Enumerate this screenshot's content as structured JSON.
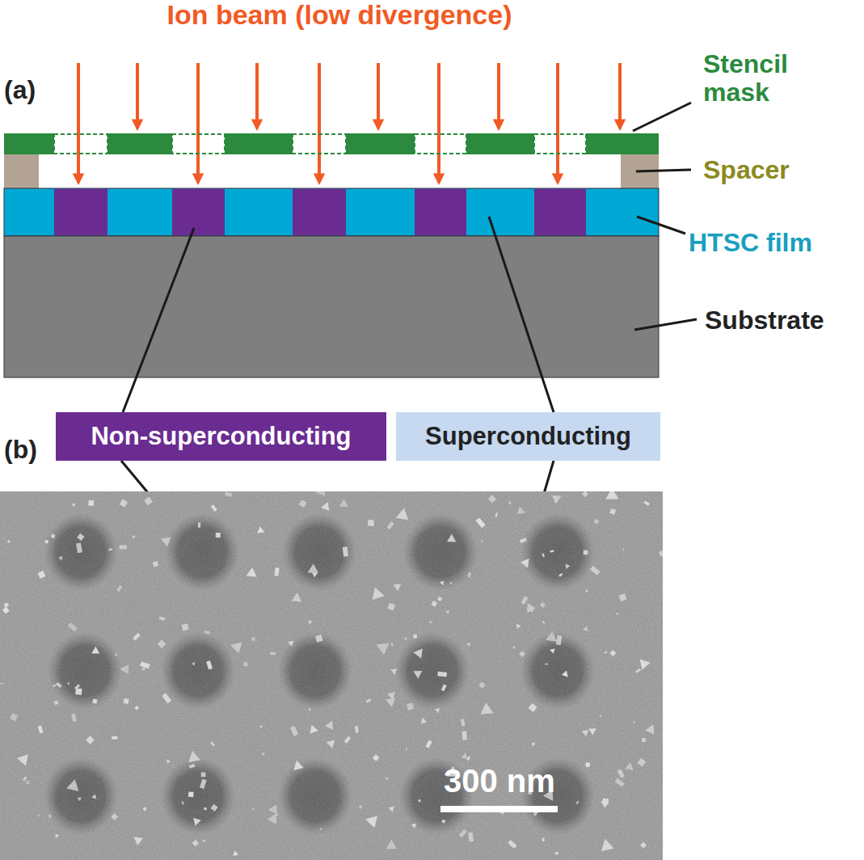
{
  "diagram": {
    "nodes": [
      {
        "text": [
          "Non-superconducting"
        ]
      },
      {
        "text": [
          "Superconducting"
        ]
      }
    ],
    "labels": [
      "Ion beam (low divergence)",
      "(a)",
      "Stencil mask",
      "Spacer",
      "HTSC film",
      "Substrate",
      "(b)",
      "300 nm"
    ]
  }
}
